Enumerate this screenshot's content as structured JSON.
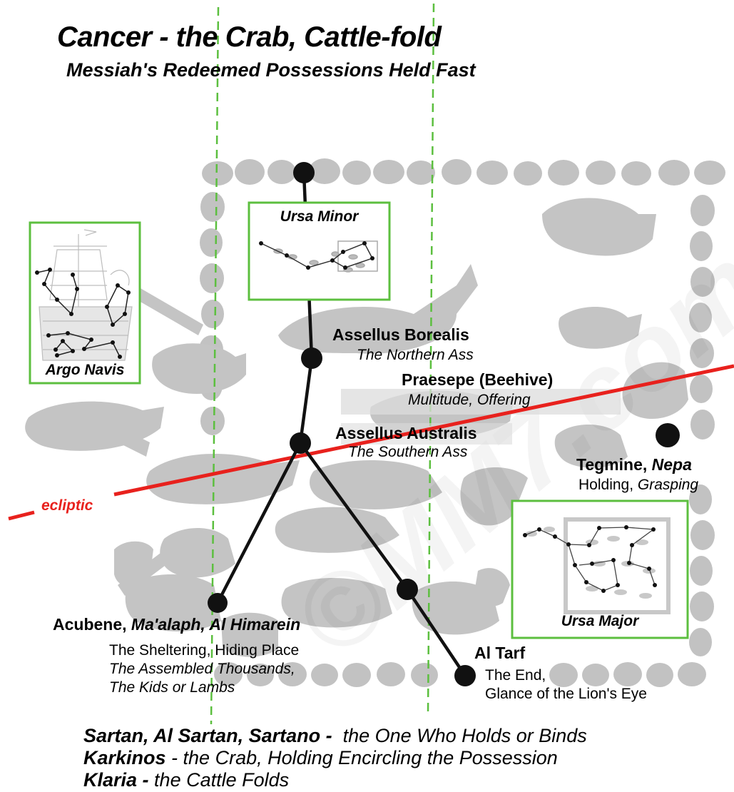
{
  "title": "Cancer - the Crab, Cattle-fold",
  "subtitle": "Messiah's Redeemed Possessions Held Fast",
  "watermark": "©MM7.com",
  "ecliptic_label": "ecliptic",
  "colors": {
    "ecliptic": "#e8211d",
    "box_border": "#5cbf3f",
    "guide_line": "#5cbf3f",
    "silhouette": "#b8b8b8",
    "star": "#111111"
  },
  "insets": {
    "ursa_minor": "Ursa Minor",
    "argo_navis": "Argo Navis",
    "ursa_major": "Ursa Major"
  },
  "stars": {
    "assellus_borealis": {
      "name": "Assellus Borealis",
      "meaning": "The Northern Ass"
    },
    "praesepe": {
      "name": "Praesepe (Beehive)",
      "meaning": "Multitude, Offering"
    },
    "assellus_australis": {
      "name": "Assellus Australis",
      "meaning": "The Southern Ass"
    },
    "tegmine": {
      "name": "Tegmine,",
      "name_alt": "Nepa",
      "meaning": "Holding,",
      "meaning_alt": "Grasping"
    },
    "acubene": {
      "name": "Acubene,",
      "name_alt": "Ma'alaph, Al Himarein",
      "meaning1": "The Sheltering, Hiding Place",
      "meaning2": "The Assembled Thousands,",
      "meaning3": "The Kids or Lambs"
    },
    "al_tarf": {
      "name": "Al Tarf",
      "meaning1": "The End,",
      "meaning2": "Glance of the Lion's Eye"
    }
  },
  "names": [
    {
      "term": "Sartan, Al Sartan, Sartano -",
      "meaning": "  the One Who Holds or Binds"
    },
    {
      "term": "Karkinos",
      "meaning": " - the Crab, Holding Encircling the Possession"
    },
    {
      "term": "Klaria -",
      "meaning": " the Cattle Folds"
    }
  ]
}
